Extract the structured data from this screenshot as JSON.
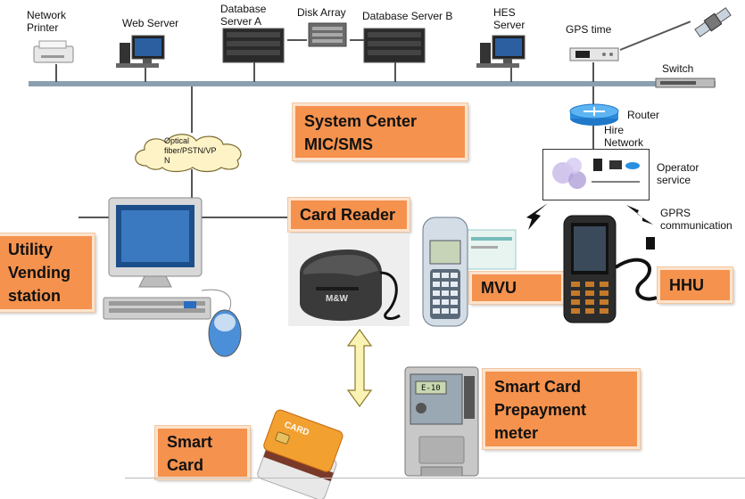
{
  "top_devices": {
    "network_printer": "Network\nPrinter",
    "web_server": "Web Server",
    "database_server_a": "Database\nServer A",
    "disk_array": "Disk Array",
    "database_server_b": "Database Server B",
    "hes_server": "HES\nServer",
    "gps_time": "GPS time",
    "switch": "Switch"
  },
  "network_labels": {
    "router": "Router",
    "hire_network": "Hire\nNetwork",
    "operator_service": "Operator\nservice",
    "gprs": "GPRS\ncommunication",
    "cloud": "Optical\nfiber/PSTN/VP\nN"
  },
  "boxes": {
    "system_center": "System Center\nMIC/SMS",
    "card_reader": "Card Reader",
    "utility_vending": "Utility\nVending\nstation",
    "mvu": "MVU",
    "hhu": "HHU",
    "smart_card_meter": "Smart Card\nPrepayment\nmeter",
    "smart_card": "Smart\nCard"
  },
  "device_text": {
    "card_reader_brand": "M&W",
    "card_label": "CARD",
    "meter_display": "E-10"
  },
  "colors": {
    "box_fill": "#f4924e",
    "box_border": "#fde3cc",
    "bus": "#8aa0b0",
    "arrow_fill": "#fbf3b4"
  }
}
